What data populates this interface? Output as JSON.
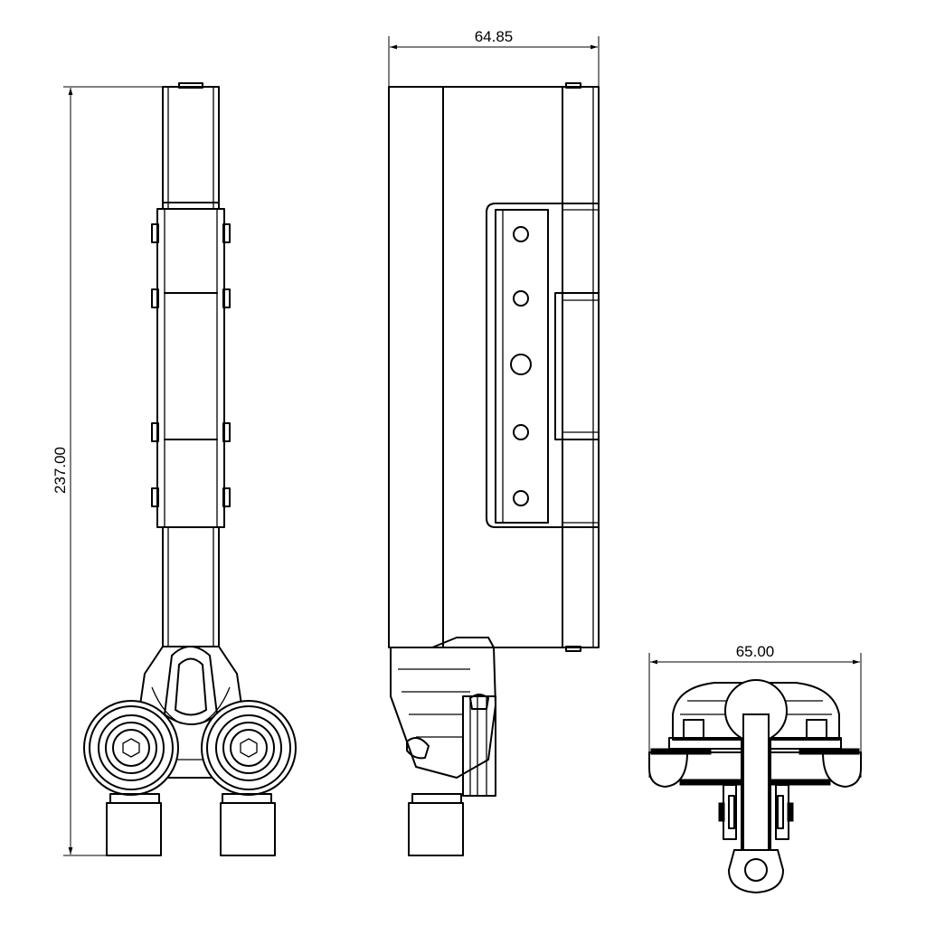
{
  "drawing": {
    "dimensions": {
      "height_front": "237.00",
      "width_side": "64.85",
      "width_top": "65.00"
    }
  }
}
